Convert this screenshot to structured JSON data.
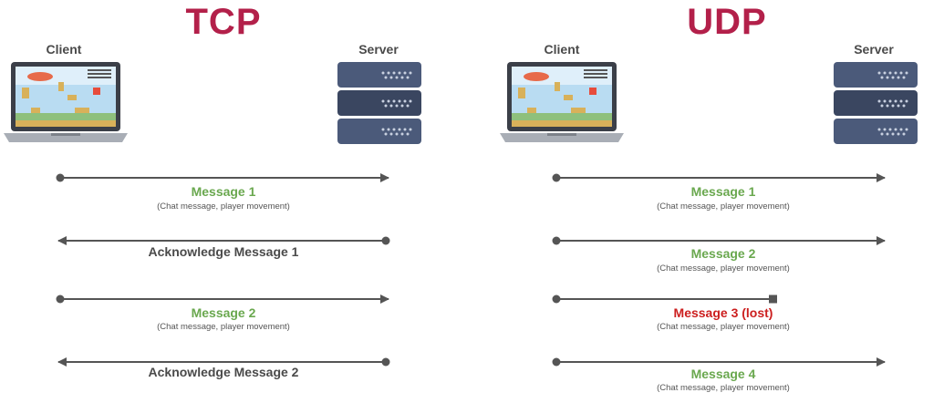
{
  "colors": {
    "title": "#b3204a",
    "green": "#6aa84f",
    "lost": "#cc1f1f",
    "text": "#4a4a4a",
    "line": "#555555",
    "server": "#4b5a7a",
    "server_dark": "#3a4660"
  },
  "tcp": {
    "title": "TCP",
    "client_label": "Client",
    "server_label": "Server",
    "msg1": {
      "title": "Message 1",
      "sub": "(Chat message, player movement)"
    },
    "ack1": "Acknowledge Message 1",
    "msg2": {
      "title": "Message 2",
      "sub": "(Chat message, player movement)"
    },
    "ack2": "Acknowledge Message 2"
  },
  "udp": {
    "title": "UDP",
    "client_label": "Client",
    "server_label": "Server",
    "msg1": {
      "title": "Message 1",
      "sub": "(Chat message, player movement)"
    },
    "msg2": {
      "title": "Message 2",
      "sub": "(Chat message, player movement)"
    },
    "msg3": {
      "title": "Message 3 (lost)",
      "sub": "(Chat message, player movement)"
    },
    "msg4": {
      "title": "Message 4",
      "sub": "(Chat message, player movement)"
    }
  },
  "icons": {
    "laptop": "laptop-game-icon",
    "server": "server-rack-icon"
  }
}
